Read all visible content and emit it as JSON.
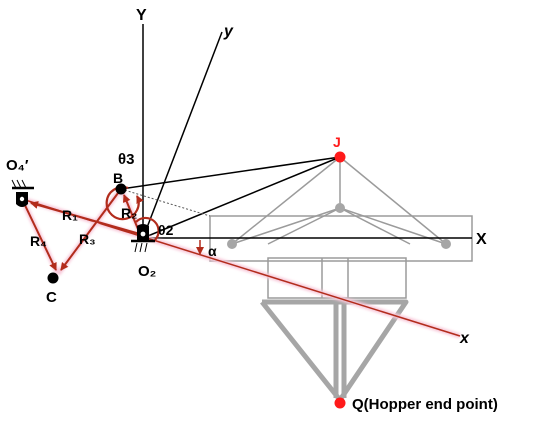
{
  "labels": {
    "Y": "Y",
    "y": "y",
    "X": "X",
    "x": "x",
    "O4p": "O₄′",
    "B": "B",
    "theta3": "θ3",
    "theta2": "θ2",
    "R1": "R₁",
    "R2": "R₂",
    "R3": "R₃",
    "R4": "R₄",
    "O2": "O₂",
    "C": "C",
    "J": "J",
    "alpha": "α",
    "Q": "Q(Hopper end point)"
  },
  "colors": {
    "mechanism": "#b22c1c",
    "axes": "#000000",
    "hopper": "#a6a6a6",
    "frame": "#9b9b9b",
    "highlight": "#ff1a1a",
    "halo": "#f8c9da"
  }
}
